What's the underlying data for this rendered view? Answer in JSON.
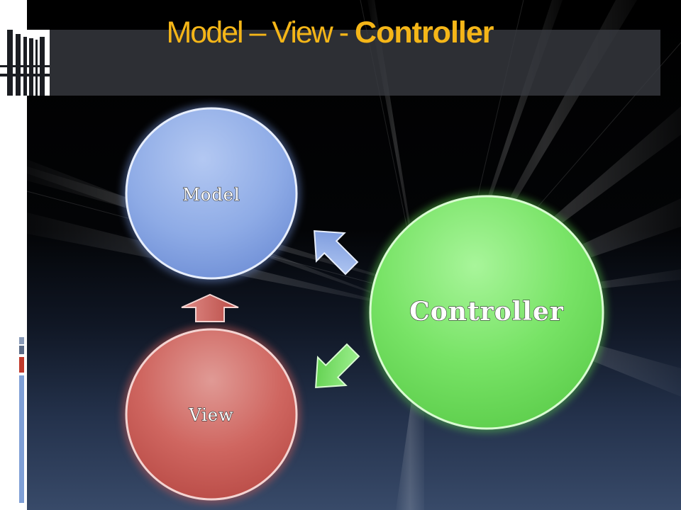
{
  "slide": {
    "title_regular": "Model – View - ",
    "title_bold": "Controller",
    "accent_color": "#f5b618"
  },
  "diagram": {
    "nodes": [
      {
        "id": "model",
        "label": "Model",
        "color": "#7f9fdf"
      },
      {
        "id": "view",
        "label": "View",
        "color": "#c85a55"
      },
      {
        "id": "controller",
        "label": "Controller",
        "color": "#6fdc5a"
      }
    ],
    "arrows": [
      {
        "from": "controller",
        "to": "model",
        "color": "#7f9fdf",
        "icon": "arrow-icon"
      },
      {
        "from": "controller",
        "to": "view",
        "color": "#6fdc5a",
        "icon": "arrow-icon"
      },
      {
        "from": "view",
        "to": "model",
        "color": "#c85a55",
        "icon": "arrow-icon"
      }
    ]
  }
}
